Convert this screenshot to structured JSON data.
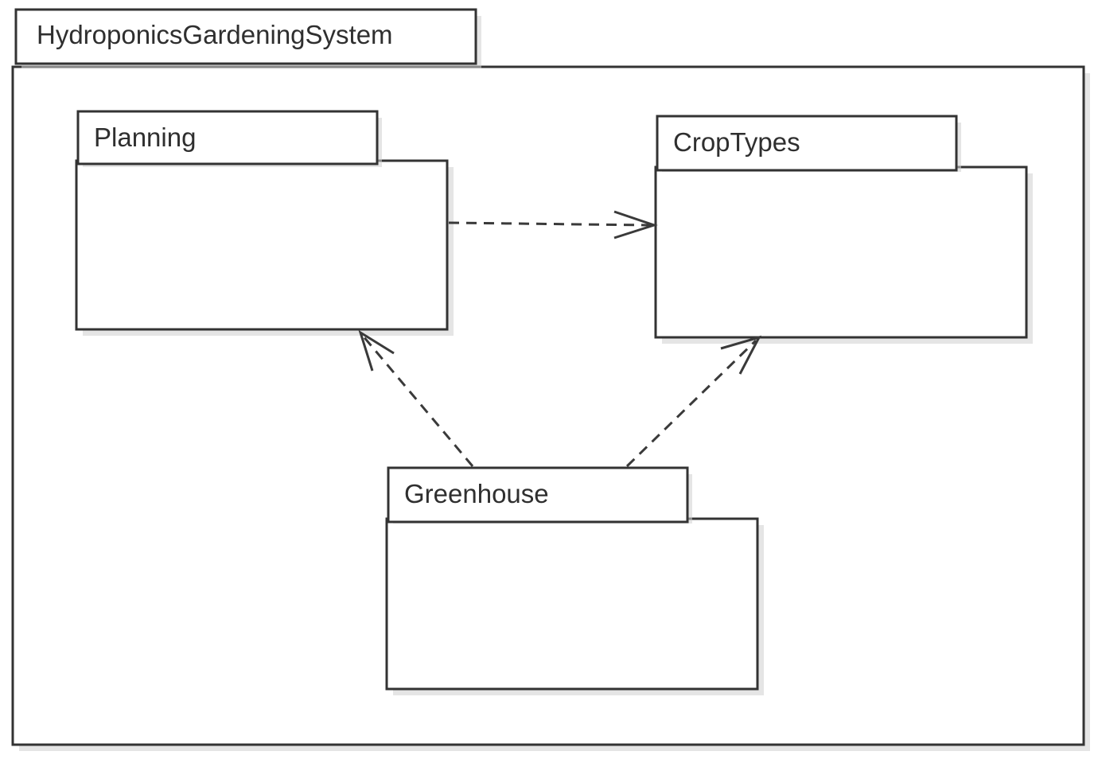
{
  "diagram": {
    "type": "UML package diagram",
    "container": {
      "name": "HydroponicsGardeningSystem"
    },
    "packages": [
      {
        "id": "planning",
        "name": "Planning"
      },
      {
        "id": "croptypes",
        "name": "CropTypes"
      },
      {
        "id": "greenhouse",
        "name": "Greenhouse"
      }
    ],
    "dependencies": [
      {
        "from": "Planning",
        "to": "CropTypes",
        "style": "dashed",
        "arrow": "open"
      },
      {
        "from": "Greenhouse",
        "to": "Planning",
        "style": "dashed",
        "arrow": "open"
      },
      {
        "from": "Greenhouse",
        "to": "CropTypes",
        "style": "dashed",
        "arrow": "open"
      }
    ],
    "colors": {
      "line": "#333333",
      "text": "#2f2f2f",
      "background": "#ffffff"
    }
  }
}
